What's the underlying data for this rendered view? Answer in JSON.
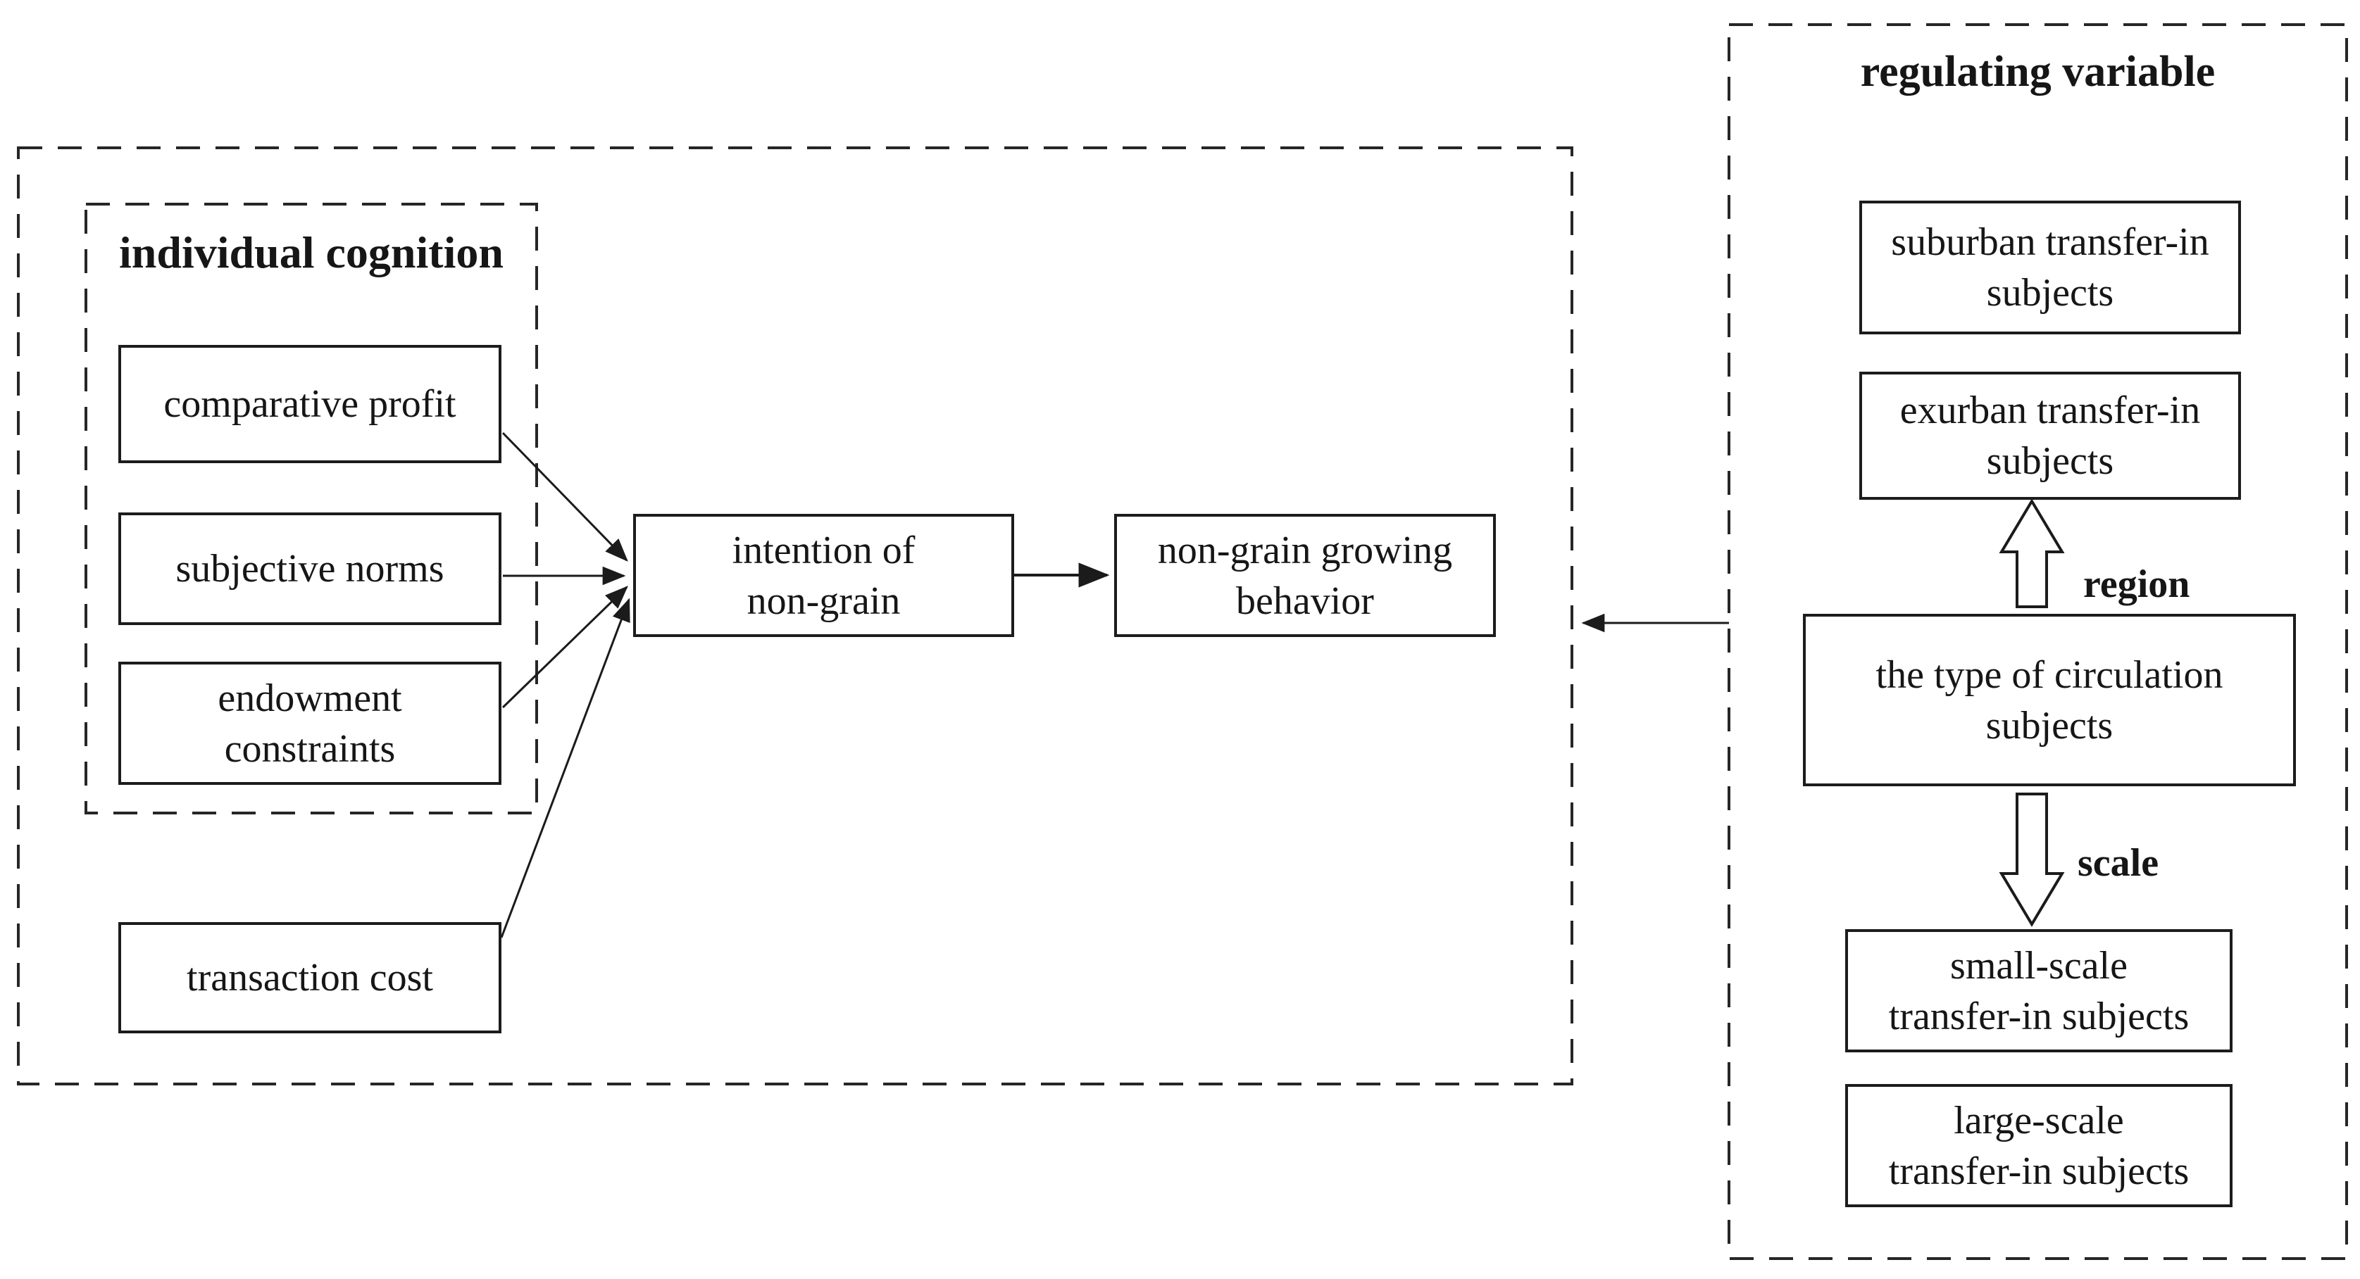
{
  "canvas": {
    "background": "#ffffff",
    "ink": "#1b1b1b"
  },
  "left_panel": {
    "cognition_group": {
      "title_line1": "individual",
      "title_line2": "cognition",
      "comparative_profit": "comparative profit",
      "subjective_norms": "subjective norms",
      "endowment_line1": "endowment",
      "endowment_line2": "constraints"
    },
    "transaction_cost": "transaction cost",
    "intention_line1": "intention of",
    "intention_line2": "non-grain",
    "behavior_line1": "non-grain growing",
    "behavior_line2": "behavior"
  },
  "right_panel": {
    "title_line1": "regulating",
    "title_line2": "variable",
    "suburban_line1": "suburban transfer-in",
    "suburban_line2": "subjects",
    "exurban_line1": "exurban transfer-in",
    "exurban_line2": "subjects",
    "region_label": "region",
    "circulation_line1": "the type of circulation",
    "circulation_line2": "subjects",
    "scale_label": "scale",
    "small_line1": "small-scale",
    "small_line2": "transfer-in subjects",
    "large_line1": "large-scale",
    "large_line2": "transfer-in subjects"
  }
}
